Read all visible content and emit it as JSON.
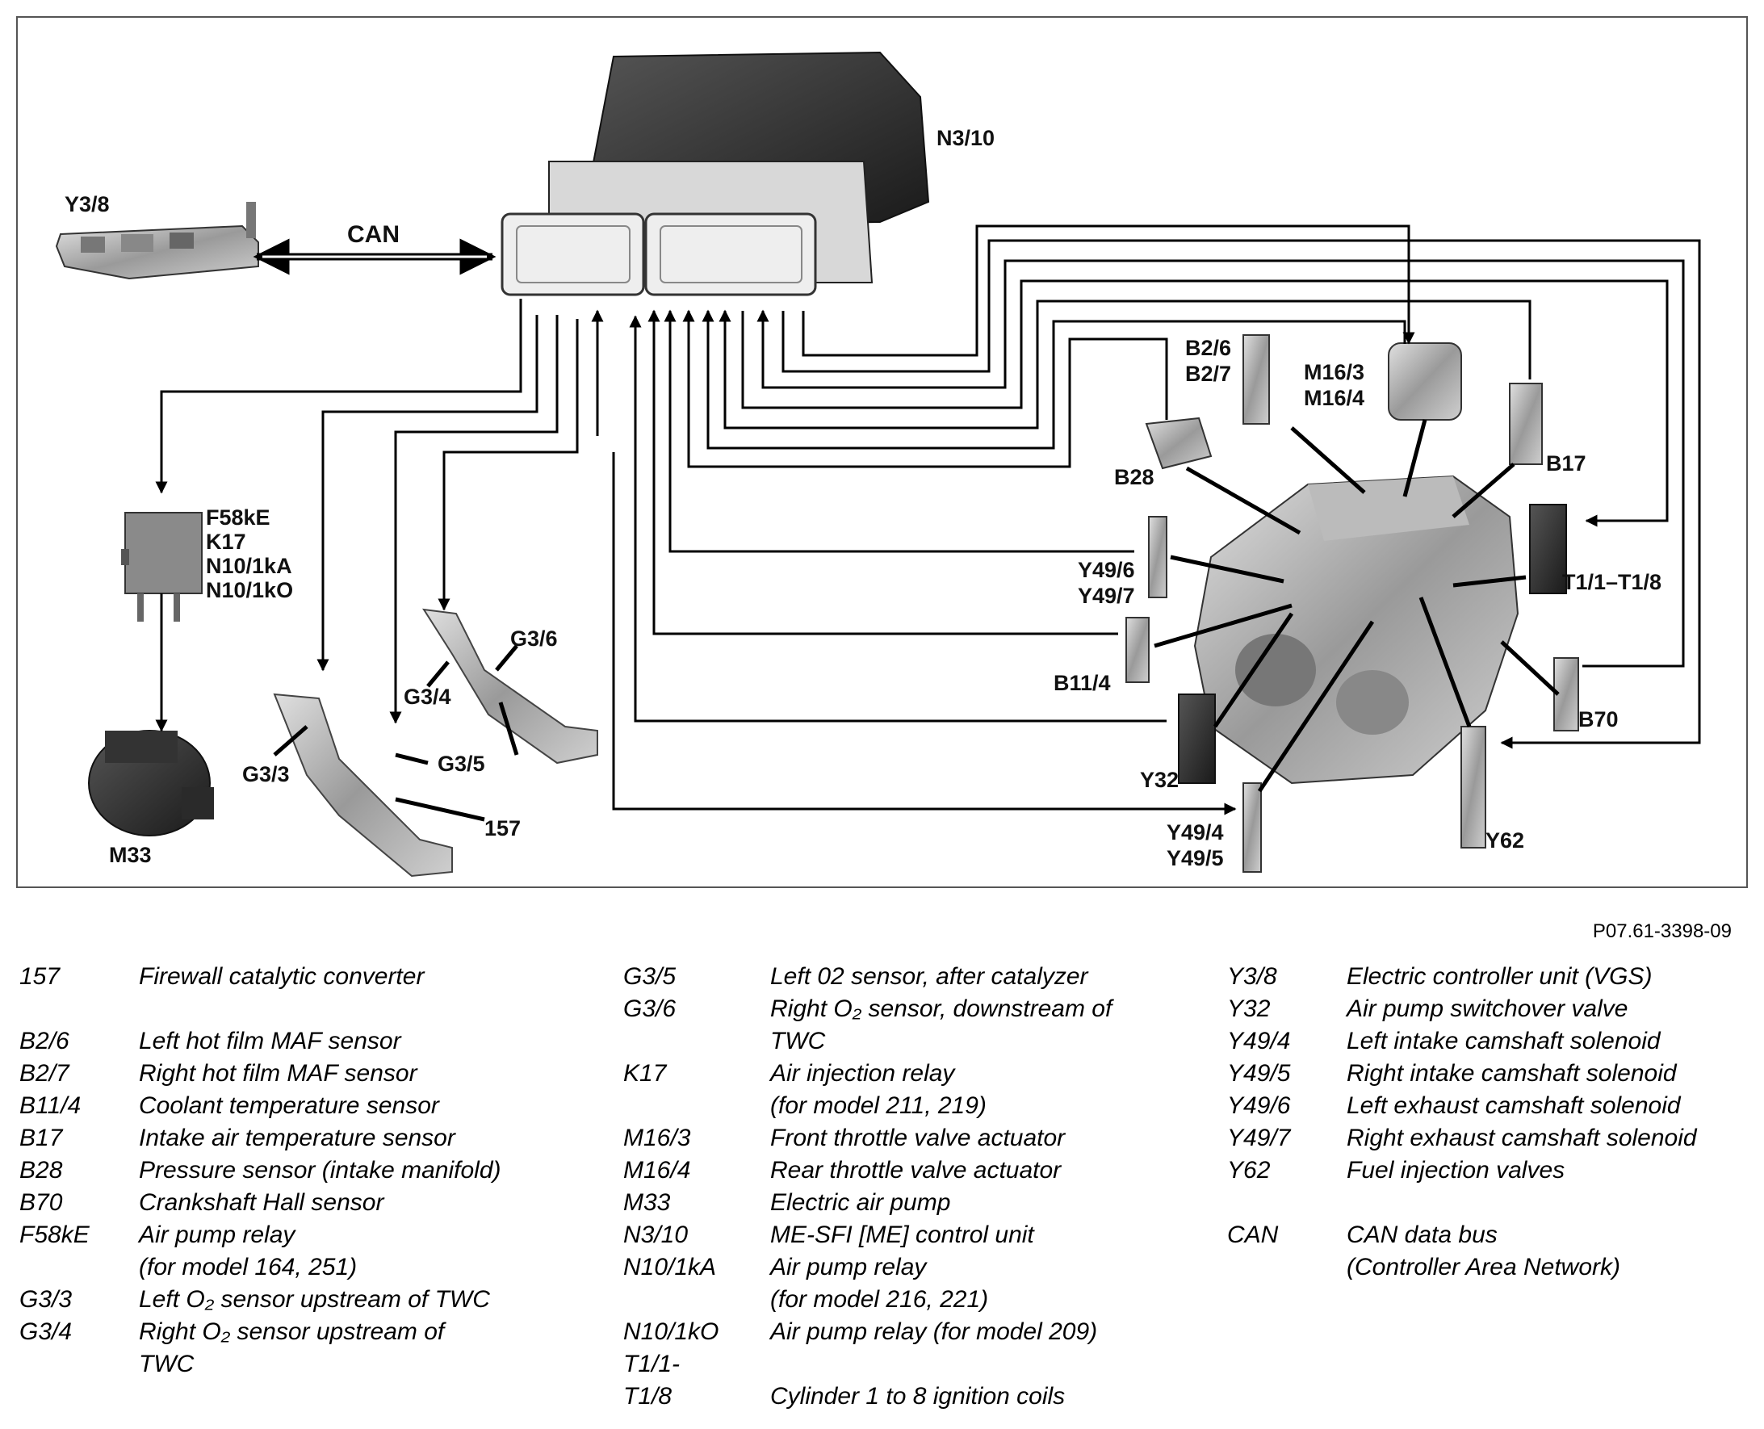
{
  "figure_code": "P07.61-3398-09",
  "diagram": {
    "bus_label": "CAN",
    "labels": {
      "n3_10": "N3/10",
      "y3_8": "Y3/8",
      "relay_1": "F58kE",
      "relay_2": "K17",
      "relay_3": "N10/1kA",
      "relay_4": "N10/1kO",
      "m33": "M33",
      "g3_3": "G3/3",
      "g3_4": "G3/4",
      "g3_5": "G3/5",
      "g3_6": "G3/6",
      "c157": "157",
      "b2_6": "B2/6",
      "b2_7": "B2/7",
      "m16_3": "M16/3",
      "m16_4": "M16/4",
      "b28": "B28",
      "b17": "B17",
      "y49_6": "Y49/6",
      "y49_7": "Y49/7",
      "t1": "T1/1–T1/8",
      "b11_4": "B11/4",
      "b70": "B70",
      "y32": "Y32",
      "y49_4": "Y49/4",
      "y49_5": "Y49/5",
      "y62": "Y62"
    }
  },
  "legend": {
    "col1": [
      {
        "code": "157",
        "desc": "Firewall catalytic converter"
      },
      {
        "gap": true
      },
      {
        "code": "B2/6",
        "desc": "Left hot film MAF sensor"
      },
      {
        "code": "B2/7",
        "desc": "Right hot film MAF sensor"
      },
      {
        "code": "B11/4",
        "desc": "Coolant temperature sensor"
      },
      {
        "code": "B17",
        "desc": "Intake air temperature sensor"
      },
      {
        "code": "B28",
        "desc": "Pressure sensor (intake manifold)"
      },
      {
        "code": "B70",
        "desc": "Crankshaft Hall sensor"
      },
      {
        "code": "F58kE",
        "desc": "Air pump relay"
      },
      {
        "code": "",
        "desc": "(for model 164, 251)"
      },
      {
        "code": "G3/3",
        "desc": "Left O₂ sensor upstream of TWC"
      },
      {
        "code": "G3/4",
        "desc": "Right O₂ sensor upstream of"
      },
      {
        "code": "",
        "desc": "TWC"
      }
    ],
    "col2": [
      {
        "code": "G3/5",
        "desc": "Left 02 sensor, after catalyzer"
      },
      {
        "code": "G3/6",
        "desc": "Right O₂ sensor, downstream of"
      },
      {
        "code": "",
        "desc": "TWC"
      },
      {
        "code": "K17",
        "desc": "Air injection relay"
      },
      {
        "code": "",
        "desc": "(for model 211, 219)"
      },
      {
        "code": "M16/3",
        "desc": "Front throttle valve actuator"
      },
      {
        "code": "M16/4",
        "desc": "Rear throttle valve actuator"
      },
      {
        "code": "M33",
        "desc": "Electric air pump"
      },
      {
        "code": "N3/10",
        "desc": "ME-SFI [ME] control unit"
      },
      {
        "code": "N10/1kA",
        "desc": "Air pump relay"
      },
      {
        "code": "",
        "desc": "(for model 216, 221)"
      },
      {
        "code": "N10/1kO",
        "desc": "Air pump relay (for model 209)"
      },
      {
        "code": "T1/1-",
        "desc": ""
      },
      {
        "code": "T1/8",
        "desc": "Cylinder 1 to 8 ignition coils"
      }
    ],
    "col3": [
      {
        "code": "Y3/8",
        "desc": "Electric controller unit (VGS)"
      },
      {
        "code": "Y32",
        "desc": "Air pump switchover valve"
      },
      {
        "code": "Y49/4",
        "desc": "Left intake camshaft solenoid"
      },
      {
        "code": "Y49/5",
        "desc": "Right intake camshaft solenoid"
      },
      {
        "code": "Y49/6",
        "desc": "Left exhaust camshaft solenoid"
      },
      {
        "code": "Y49/7",
        "desc": "Right exhaust camshaft solenoid"
      },
      {
        "code": "Y62",
        "desc": "Fuel injection valves"
      },
      {
        "gap": true
      },
      {
        "code": "CAN",
        "desc": "CAN data bus"
      },
      {
        "code": "",
        "desc": "(Controller Area Network)"
      }
    ]
  }
}
